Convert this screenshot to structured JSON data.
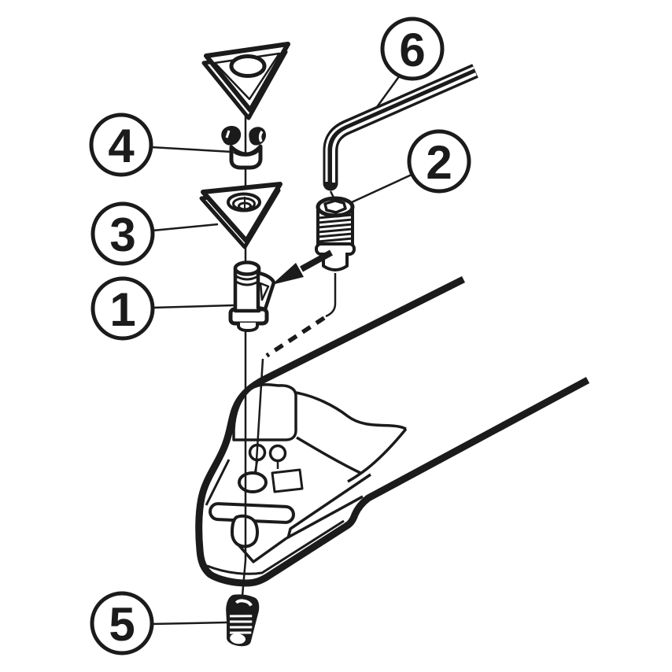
{
  "diagram": {
    "kind": "exploded-view line drawing",
    "colors": {
      "line": "#1b1b1b",
      "background": "#ffffff"
    }
  },
  "callouts": [
    {
      "number": "1"
    },
    {
      "number": "2"
    },
    {
      "number": "3"
    },
    {
      "number": "4"
    },
    {
      "number": "5"
    },
    {
      "number": "6"
    }
  ]
}
